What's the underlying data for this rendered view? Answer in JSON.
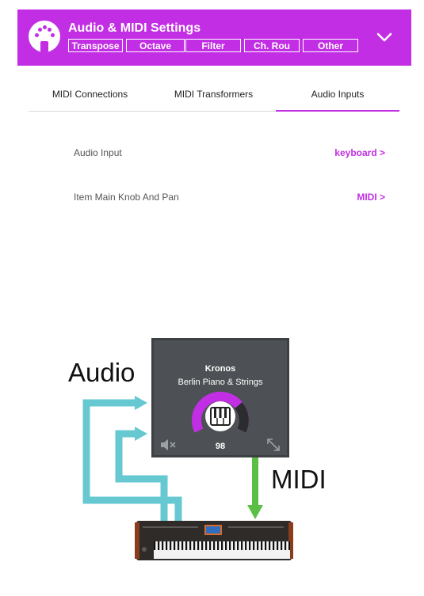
{
  "header": {
    "title": "Audio & MIDI Settings",
    "buttons": [
      "Transpose",
      "Octave",
      "Filter",
      "Ch. Rou",
      "Other"
    ],
    "accent": "#c22ee3"
  },
  "tabs": [
    {
      "label": "MIDI Connections",
      "active": false
    },
    {
      "label": "MIDI Transformers",
      "active": false
    },
    {
      "label": "Audio Inputs",
      "active": true
    }
  ],
  "settings": [
    {
      "label": "Audio Input",
      "value": "keyboard >"
    },
    {
      "label": "Item Main Knob And Pan",
      "value": "MIDI >"
    }
  ],
  "instrument_panel": {
    "name": "Kronos",
    "preset": "Berlin Piano & Strings",
    "volume": "98",
    "knob_level": 98
  },
  "diagram": {
    "audio_label": "Audio",
    "midi_label": "MIDI",
    "audio_color": "#66c8d0",
    "midi_color": "#5bbf46"
  },
  "icons": [
    "midi-logo-icon",
    "chevron-down-icon",
    "piano-keys-icon",
    "mute-icon",
    "expand-icon"
  ]
}
